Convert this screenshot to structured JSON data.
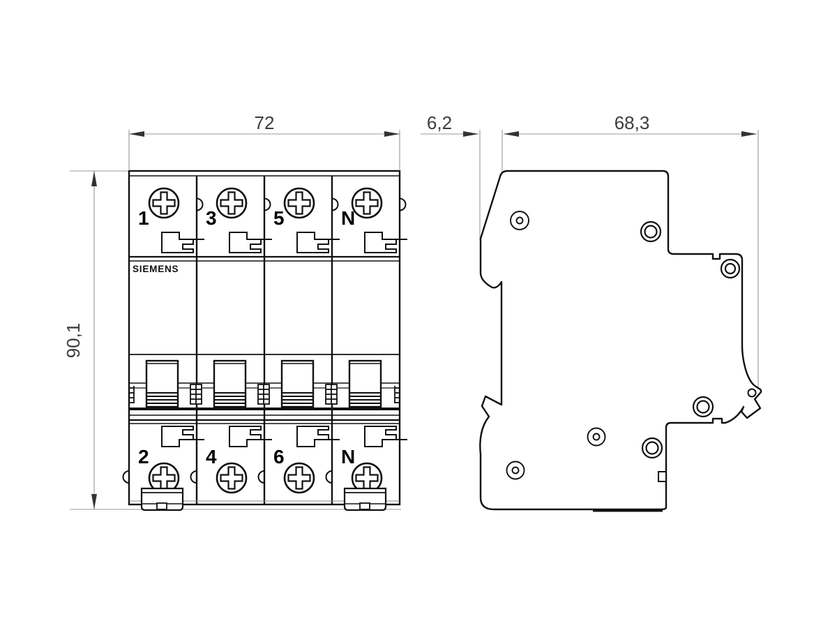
{
  "front_view": {
    "brand": "SIEMENS",
    "width_dimension": "72",
    "height_dimension": "90,1",
    "top_terminals": [
      "1",
      "3",
      "5",
      "N"
    ],
    "bottom_terminals": [
      "2",
      "4",
      "6",
      "N"
    ]
  },
  "side_view": {
    "offset_dimension": "6,2",
    "depth_dimension": "68,3"
  },
  "colors": {
    "outline": "#111111",
    "thin_line": "#999999",
    "dimension_text": "#3d3d3d",
    "background": "#ffffff"
  }
}
